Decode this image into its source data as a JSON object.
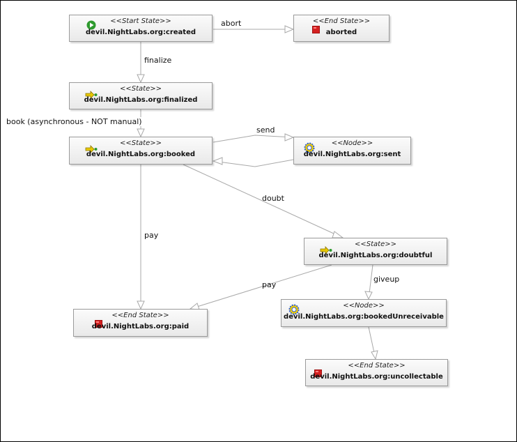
{
  "colors": {
    "node_border": "#9a9a9a",
    "edge": "#a8a8a8",
    "start_icon": "#2e9a2e",
    "end_icon": "#d42020",
    "state_icon": "#e8c800",
    "node_icon": "#2a5bd7"
  },
  "nodes": [
    {
      "id": "created",
      "stereotype": "<<Start State>>",
      "label": "devil.NightLabs.org:created",
      "icon": "start-state-icon"
    },
    {
      "id": "aborted",
      "stereotype": "<<End State>>",
      "label": "aborted",
      "icon": "end-state-icon"
    },
    {
      "id": "finalized",
      "stereotype": "<<State>>",
      "label": "devil.NightLabs.org:finalized",
      "icon": "state-arrow-icon"
    },
    {
      "id": "booked",
      "stereotype": "<<State>>",
      "label": "devil.NightLabs.org:booked",
      "icon": "state-arrow-icon"
    },
    {
      "id": "sent",
      "stereotype": "<<Node>>",
      "label": "devil.NightLabs.org:sent",
      "icon": "node-gear-icon"
    },
    {
      "id": "doubtful",
      "stereotype": "<<State>>",
      "label": "devil.NightLabs.org:doubtful",
      "icon": "state-arrow-icon"
    },
    {
      "id": "paid",
      "stereotype": "<<End State>>",
      "label": "devil.NightLabs.org:paid",
      "icon": "end-state-icon"
    },
    {
      "id": "bookedUnreceivable",
      "stereotype": "<<Node>>",
      "label": "devil.NightLabs.org:bookedUnreceivable",
      "icon": "node-gear-icon"
    },
    {
      "id": "uncollectable",
      "stereotype": "<<End State>>",
      "label": "devil.NightLabs.org:uncollectable",
      "icon": "end-state-icon"
    }
  ],
  "transitions": [
    {
      "label": "abort",
      "from": "created",
      "to": "aborted"
    },
    {
      "label": "finalize",
      "from": "created",
      "to": "finalized"
    },
    {
      "label": "book (asynchronous - NOT manual)",
      "from": "finalized",
      "to": "booked"
    },
    {
      "label": "send",
      "from": "booked",
      "to": "sent"
    },
    {
      "label": "",
      "from": "sent",
      "to": "booked"
    },
    {
      "label": "doubt",
      "from": "booked",
      "to": "doubtful"
    },
    {
      "label": "pay",
      "from": "booked",
      "to": "paid"
    },
    {
      "label": "pay",
      "from": "doubtful",
      "to": "paid"
    },
    {
      "label": "giveup",
      "from": "doubtful",
      "to": "bookedUnreceivable"
    },
    {
      "label": "",
      "from": "bookedUnreceivable",
      "to": "uncollectable"
    }
  ]
}
